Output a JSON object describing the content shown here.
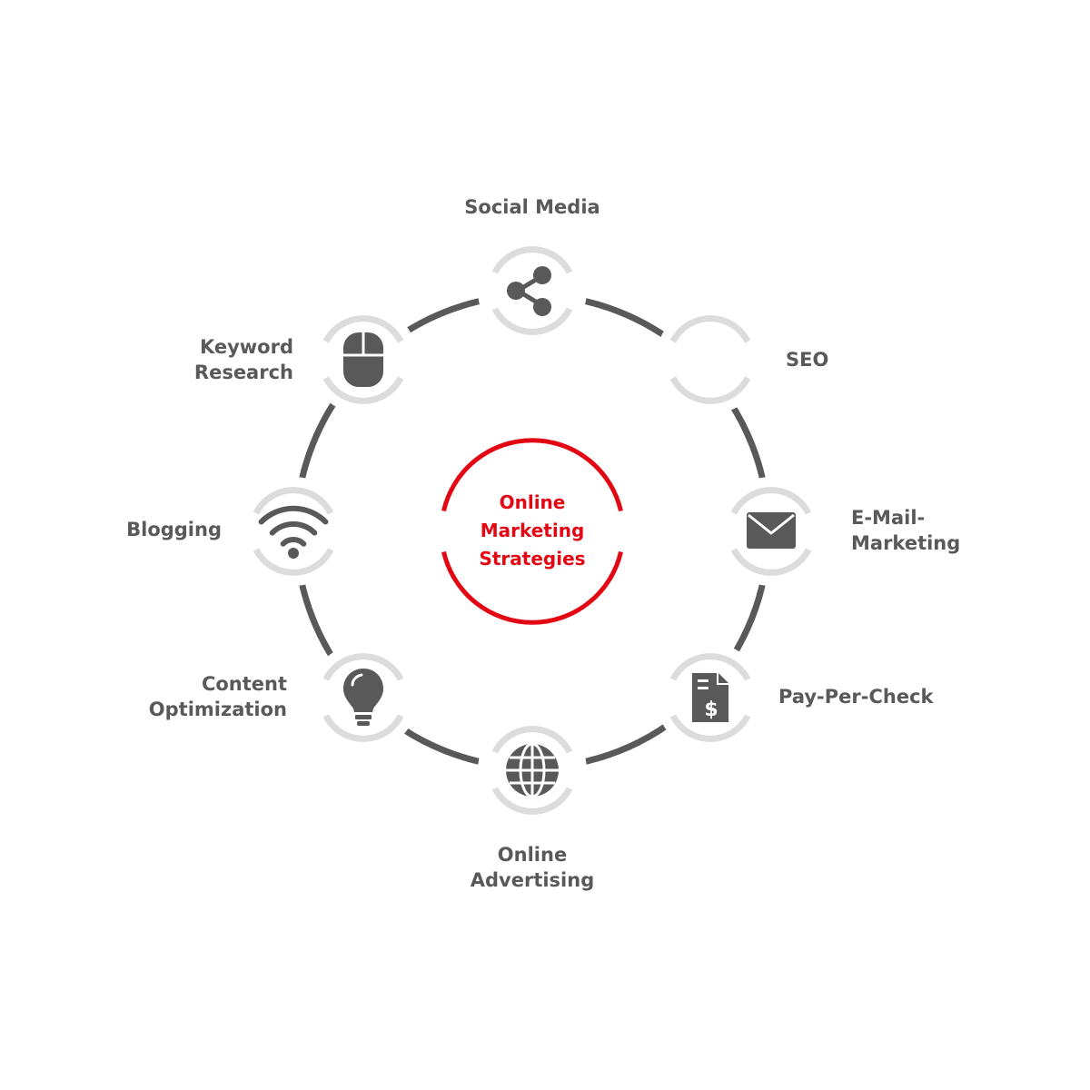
{
  "colors": {
    "accent": "#e30613",
    "ring": "#595959",
    "node_ring": "#dcdcdc",
    "icon": "#595959",
    "text": "#595959"
  },
  "center": {
    "lines": [
      "Online",
      "Marketing",
      "Strategies"
    ]
  },
  "nodes": [
    {
      "id": "social-media",
      "icon": "share-icon",
      "label_lines": [
        "Social Media"
      ]
    },
    {
      "id": "seo",
      "icon": "",
      "label_lines": [
        "SEO"
      ]
    },
    {
      "id": "email-marketing",
      "icon": "envelope-icon",
      "label_lines": [
        "E-Mail-",
        "Marketing"
      ]
    },
    {
      "id": "pay-per-check",
      "icon": "invoice-dollar-icon",
      "label_lines": [
        "Pay-Per-Check"
      ]
    },
    {
      "id": "online-advertising",
      "icon": "globe-icon",
      "label_lines": [
        "Online",
        "Advertising"
      ]
    },
    {
      "id": "content-optimization",
      "icon": "lightbulb-icon",
      "label_lines": [
        "Content",
        "Optimization"
      ]
    },
    {
      "id": "blogging",
      "icon": "wifi-icon",
      "label_lines": [
        "Blogging"
      ]
    },
    {
      "id": "keyword-research",
      "icon": "mouse-icon",
      "label_lines": [
        "Keyword",
        "Research"
      ]
    }
  ]
}
